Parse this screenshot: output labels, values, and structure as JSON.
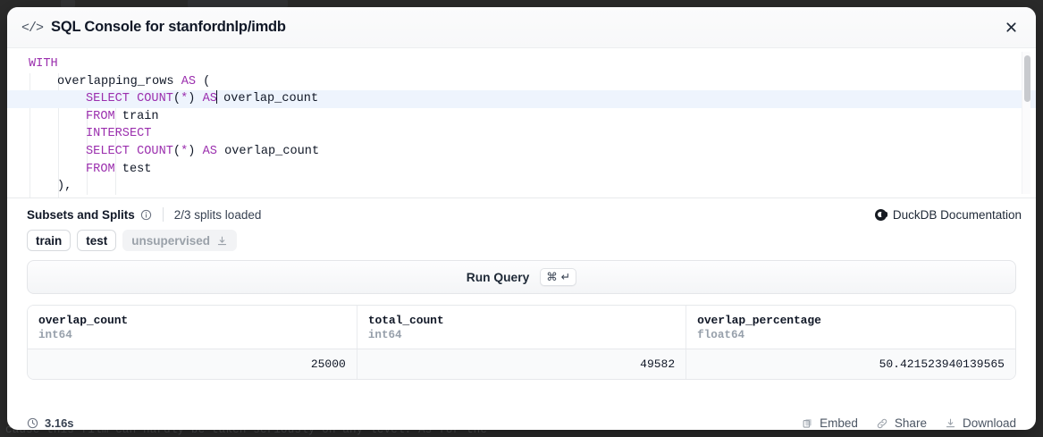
{
  "background": {
    "text": "cause this film can hardly be taken seriously on any level. As for the",
    "text_right": "…"
  },
  "header": {
    "icon": "code-icon",
    "title": "SQL Console for stanfordnlp/imdb",
    "close_icon": "close-icon"
  },
  "editor": {
    "lines": [
      {
        "indent": 0,
        "active": false,
        "tokens": [
          {
            "t": "kw",
            "v": "WITH"
          }
        ]
      },
      {
        "indent": 1,
        "active": false,
        "tokens": [
          {
            "t": "plain",
            "v": "overlapping_rows "
          },
          {
            "t": "kw",
            "v": "AS"
          },
          {
            "t": "plain",
            "v": " ("
          }
        ]
      },
      {
        "indent": 2,
        "active": true,
        "tokens": [
          {
            "t": "kw",
            "v": "SELECT COUNT"
          },
          {
            "t": "plain",
            "v": "("
          },
          {
            "t": "kw",
            "v": "*"
          },
          {
            "t": "plain",
            "v": ") "
          },
          {
            "t": "kw",
            "v": "AS"
          },
          {
            "t": "caret",
            "v": ""
          },
          {
            "t": "plain",
            "v": " overlap_count"
          }
        ]
      },
      {
        "indent": 2,
        "active": false,
        "tokens": [
          {
            "t": "kw",
            "v": "FROM"
          },
          {
            "t": "plain",
            "v": " train"
          }
        ]
      },
      {
        "indent": 2,
        "active": false,
        "tokens": [
          {
            "t": "kw",
            "v": "INTERSECT"
          }
        ]
      },
      {
        "indent": 2,
        "active": false,
        "tokens": [
          {
            "t": "kw",
            "v": "SELECT COUNT"
          },
          {
            "t": "plain",
            "v": "("
          },
          {
            "t": "kw",
            "v": "*"
          },
          {
            "t": "plain",
            "v": ") "
          },
          {
            "t": "kw",
            "v": "AS"
          },
          {
            "t": "plain",
            "v": " overlap_count"
          }
        ]
      },
      {
        "indent": 2,
        "active": false,
        "tokens": [
          {
            "t": "kw",
            "v": "FROM"
          },
          {
            "t": "plain",
            "v": " test"
          }
        ]
      },
      {
        "indent": 1,
        "active": false,
        "tokens": [
          {
            "t": "plain",
            "v": "),"
          }
        ]
      }
    ]
  },
  "subsets": {
    "title": "Subsets and Splits",
    "info_icon": "info-icon",
    "splits_loaded": "2/3 splits loaded",
    "docs_label": "DuckDB Documentation",
    "docs_icon": "duckdb-icon",
    "chips": [
      {
        "label": "train",
        "state": "loaded"
      },
      {
        "label": "test",
        "state": "loaded"
      },
      {
        "label": "unsupervised",
        "state": "unloaded",
        "icon": "download-icon"
      }
    ]
  },
  "run": {
    "label": "Run Query",
    "shortcut_cmd": "⌘",
    "shortcut_enter": "↵"
  },
  "results": {
    "columns": [
      {
        "name": "overlap_count",
        "type": "int64"
      },
      {
        "name": "total_count",
        "type": "int64"
      },
      {
        "name": "overlap_percentage",
        "type": "float64"
      }
    ],
    "rows": [
      [
        "25000",
        "49582",
        "50.421523940139565"
      ]
    ]
  },
  "footer": {
    "clock_icon": "clock-icon",
    "duration": "3.16s",
    "actions": [
      {
        "label": "Embed",
        "icon": "copy-icon"
      },
      {
        "label": "Share",
        "icon": "link-icon"
      },
      {
        "label": "Download",
        "icon": "download-icon"
      }
    ]
  }
}
